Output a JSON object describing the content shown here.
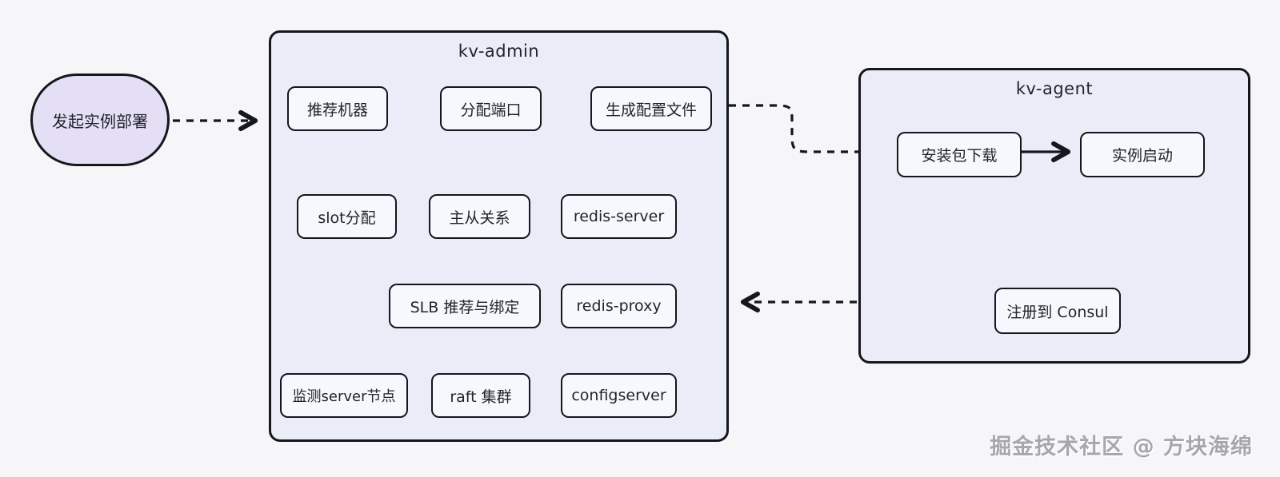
{
  "diagram": {
    "start": {
      "label": "发起实例部署"
    },
    "kv_admin": {
      "title": "kv-admin",
      "steps": {
        "recommend_machine": "推荐机器",
        "allocate_port": "分配端口",
        "generate_config": "生成配置文件",
        "slot_allocation": "slot分配",
        "master_slave": "主从关系",
        "redis_server": "redis-server",
        "slb_bind": "SLB 推荐与绑定",
        "redis_proxy": "redis-proxy",
        "monitor_server": "监测server节点",
        "raft_cluster": "raft 集群",
        "configserver": "configserver"
      }
    },
    "kv_agent": {
      "title": "kv-agent",
      "steps": {
        "download_package": "安装包下载",
        "start_instance": "实例启动",
        "register_consul": "注册到 Consul"
      }
    },
    "watermark": "掘金技术社区 @ 方块海绵"
  },
  "colors": {
    "page-bg": "#f6f6f8",
    "container-fill": "#eaecf8",
    "box-fill": "#f7f8fd",
    "ellipse-fill": "#e5dff5",
    "stroke": "#14171e",
    "text": "#1f232b",
    "watermark": "#a5a7aa"
  }
}
